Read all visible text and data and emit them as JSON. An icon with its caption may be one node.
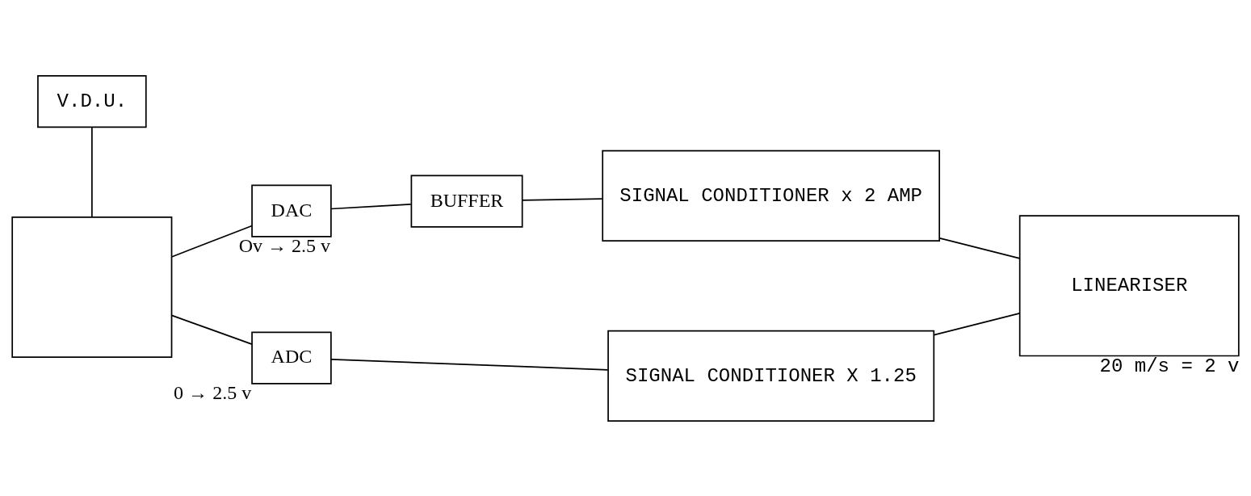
{
  "diagram": {
    "nodes": [
      {
        "text": [
          "V.D.U."
        ]
      },
      {
        "text": [],
        "shape": "box"
      },
      {
        "text": [
          "DAC"
        ],
        "beside": [
          "Ov → 2.5 v"
        ]
      },
      {
        "text": [
          "BUFFER"
        ]
      },
      {
        "text": [
          "SIGNAL CONDITIONER x 2 AMP"
        ]
      },
      {
        "text": [
          "LINEARISER"
        ],
        "beside": [
          "20 m/s = 2 v"
        ]
      },
      {
        "text": [
          "ADC"
        ],
        "beside": [
          "0 → 2.5 v"
        ]
      },
      {
        "text": [
          "SIGNAL CONDITIONER X 1.25"
        ]
      }
    ],
    "edges": [
      {
        "from": 0,
        "to": 1,
        "arrow": "none"
      },
      {
        "from": 1,
        "to": 2,
        "arrow": "none"
      },
      {
        "from": 2,
        "to": 3,
        "arrow": "none"
      },
      {
        "from": 3,
        "to": 4,
        "arrow": "none"
      },
      {
        "from": 4,
        "to": 5,
        "arrow": "none"
      },
      {
        "from": 1,
        "to": 6,
        "arrow": "none"
      },
      {
        "from": 6,
        "to": 7,
        "arrow": "none"
      },
      {
        "from": 7,
        "to": 5,
        "arrow": "none"
      }
    ]
  }
}
